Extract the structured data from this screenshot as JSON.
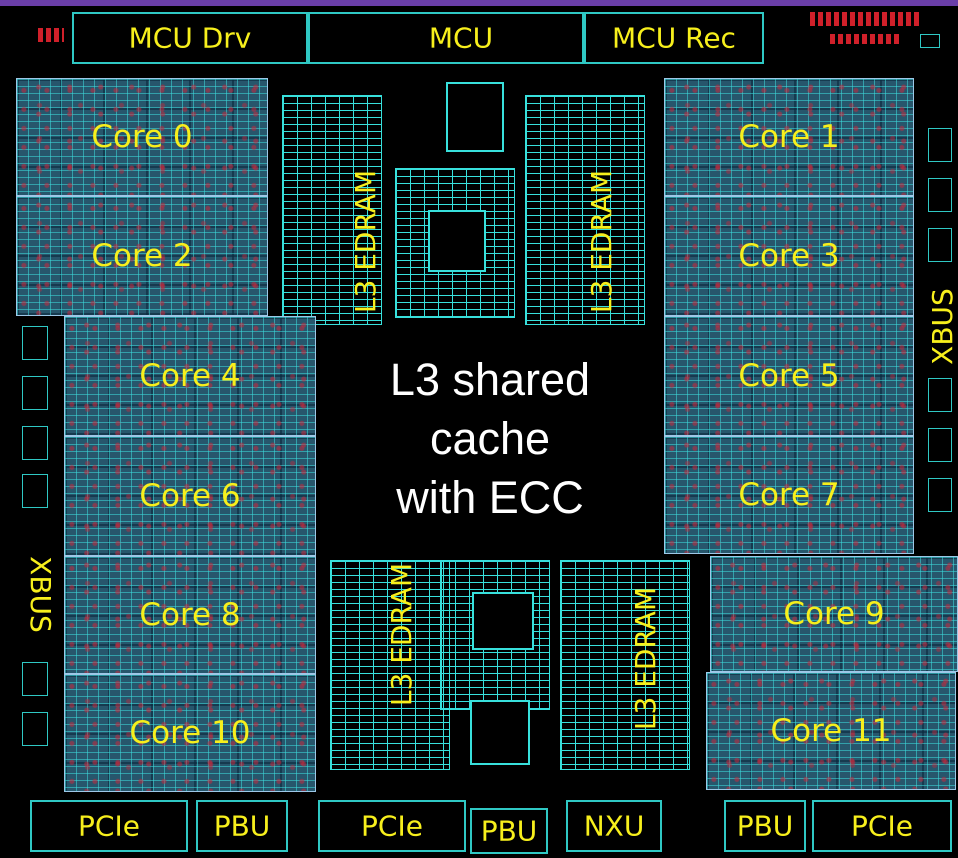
{
  "top_bar": {
    "mcu_drv": "MCU Drv",
    "mcu": "MCU",
    "mcu_rec": "MCU Rec"
  },
  "cores": [
    "Core 0",
    "Core 1",
    "Core 2",
    "Core 3",
    "Core 4",
    "Core 5",
    "Core 6",
    "Core 7",
    "Core 8",
    "Core 9",
    "Core 10",
    "Core 11"
  ],
  "cache": {
    "edram_label": "L3 EDRAM",
    "caption": [
      "L3 shared",
      "cache",
      "with ECC"
    ]
  },
  "xbus": {
    "left": "XBUS",
    "right": "XBUS"
  },
  "bottom_bar": {
    "pcie_1": "PCIe",
    "pbu_1": "PBU",
    "pcie_2": "PCIe",
    "pbu_2": "PBU",
    "nxu": "NXU",
    "pbu_3": "PBU",
    "pcie_3": "PCIe"
  },
  "colors": {
    "label": "#f7ef1c",
    "cache_lines": "#38e0dc",
    "core_fill": "#27566c",
    "caption": "#ffffff",
    "background": "#000000"
  }
}
